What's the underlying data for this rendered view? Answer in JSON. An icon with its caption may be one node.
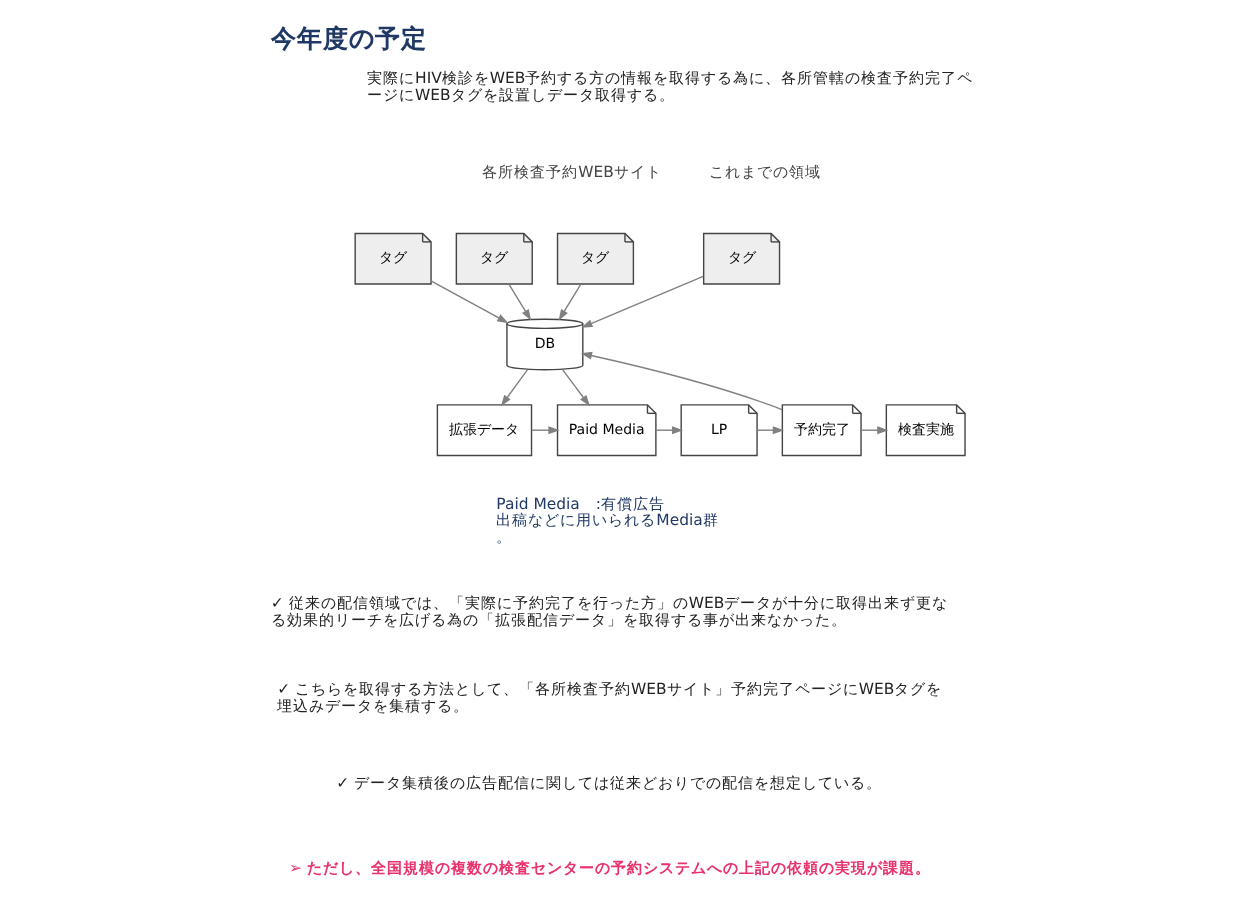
{
  "diagram": {
    "title": "今年度の予定",
    "nodes": [
      {
        "text": [
          "タグ"
        ]
      },
      {
        "text": [
          "タグ"
        ]
      },
      {
        "text": [
          "タグ"
        ]
      },
      {
        "text": [
          "タグ"
        ]
      },
      {
        "text": [
          "DB"
        ]
      },
      {
        "text": [
          "拡張データ"
        ]
      },
      {
        "text": [
          "Paid Media"
        ]
      },
      {
        "text": [
          "LP"
        ]
      },
      {
        "text": [
          "予約完了"
        ]
      },
      {
        "text": [
          "検査実施"
        ]
      }
    ],
    "edges": [
      {
        "from": 0,
        "to": 4,
        "arrow": "to"
      },
      {
        "from": 1,
        "to": 4,
        "arrow": "to"
      },
      {
        "from": 2,
        "to": 4,
        "arrow": "to"
      },
      {
        "from": 3,
        "to": 4,
        "arrow": "to"
      },
      {
        "from": 4,
        "to": 5,
        "arrow": "to"
      },
      {
        "from": 4,
        "to": 6,
        "arrow": "to"
      },
      {
        "from": 5,
        "to": 6,
        "arrow": "to"
      },
      {
        "from": 6,
        "to": 7,
        "arrow": "to"
      },
      {
        "from": 7,
        "to": 8,
        "arrow": "to"
      },
      {
        "from": 8,
        "to": 9,
        "arrow": "to"
      },
      {
        "from": 8,
        "to": 4,
        "arrow": "to"
      }
    ],
    "labels": [
      "実際にHIV検診をWEB予約する方の情報を取得する為に、各所管轄の検査予約完了ページにWEBタグを設置しデータ取得する。",
      "各所検査予約WEBサイト",
      "これまでの領域",
      "Paid Media　:有償広告出稿などに用いられるMedia群。",
      "✓ 従来の配信領域では、「実際に予約完了を行った方」のWEBデータが十分に取得出来ず更なる効果的リーチを広げる為の「拡張配信データ」を取得する事が出来なかった。",
      "✓ こちらを取得する方法として、「各所検査予約WEBサイト」予約完了ページにWEBタグを埋込みデータを集積する。",
      "✓ データ集積後の広告配信に関しては従来どおりでの配信を想定している。",
      "➢ ただし、全国規模の複数の検査センターの予約システムへの上記の依頼の実現が課題。"
    ]
  }
}
